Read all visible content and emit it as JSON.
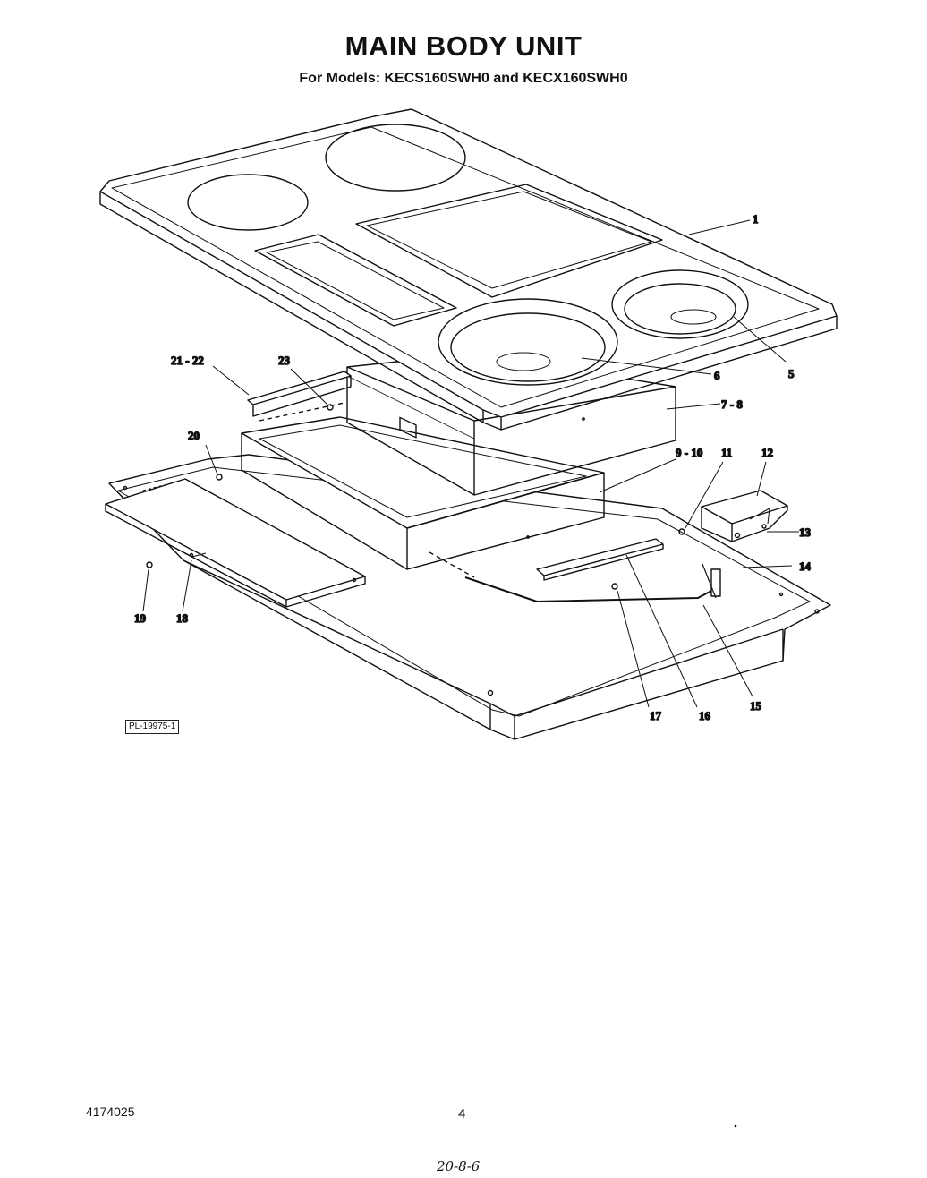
{
  "title": "MAIN BODY UNIT",
  "subtitle": "For Models: KECS160SWH0 and KECX160SWH0",
  "callouts": {
    "c1": "1",
    "c5": "5",
    "c6": "6",
    "c7_8": "7 - 8",
    "c9_10": "9 - 10",
    "c11": "11",
    "c12": "12",
    "c13": "13",
    "c14": "14",
    "c15": "15",
    "c16": "16",
    "c17": "17",
    "c18": "18",
    "c19": "19",
    "c20": "20",
    "c21_22": "21 - 22",
    "c23": "23"
  },
  "ref_code": "PL-19975-1",
  "doc_number": "4174025",
  "page_number": "4",
  "handwritten_note": "20-8-6"
}
